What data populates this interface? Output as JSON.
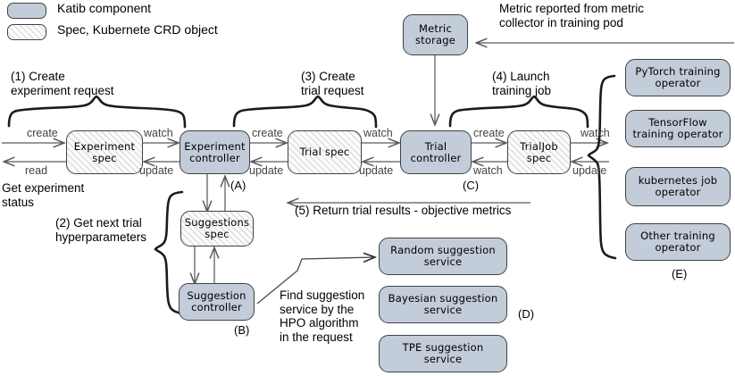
{
  "legend": {
    "items": [
      {
        "label": "Katib component",
        "style": "comp",
        "color": "#c3ccd9"
      },
      {
        "label": "Spec, Kubernete CRD object",
        "style": "spec",
        "color": "#ffffff"
      }
    ]
  },
  "nodes": {
    "metric_storage": "Metric\nstorage",
    "experiment_spec": "Experiment\nspec",
    "experiment_controller": "Experiment\ncontroller",
    "trial_spec": "Trial\nspec",
    "trial_controller": "Trial\ncontroller",
    "trialjob_spec": "TrialJob\nspec",
    "suggestions_spec": "Suggestions\nspec",
    "suggestion_controller": "Suggestion\ncontroller",
    "pytorch_operator": "PyTorch\ntraining operator",
    "tensorflow_operator": "TensorFlow\ntraining operator",
    "kubernetes_operator": "kubernetes\njob operator",
    "other_operator": "Other\ntraining operator",
    "random_service": "Random suggestion\nservice",
    "bayesian_service": "Bayesian suggestion\nservice",
    "tpe_service": "TPE suggestion\nservice"
  },
  "edge_labels": {
    "create_1": "create",
    "read_1": "read",
    "watch_1": "watch",
    "update_1": "update",
    "create_2": "create",
    "update_2": "update",
    "watch_2": "watch",
    "update_3": "update",
    "create_3": "create",
    "watch_3": "watch",
    "watch_4": "watch",
    "update_4": "update"
  },
  "annotations": {
    "step1": "(1) Create\nexperiment request",
    "step2": "(2) Get next trial\nhyperparameters",
    "step3": "(3) Create\ntrial request",
    "step4": "(4) Launch\ntraining job",
    "step5": "(5) Return trial results - objective metrics",
    "get_status": "Get experiment\nstatus",
    "metric_reported": "Metric reported from metric\ncollector in training pod",
    "find_service": "Find suggestion\nservice by the\nHPO algorithm\nin the request"
  },
  "tags": {
    "a": "(A)",
    "b": "(B)",
    "c": "(C)",
    "d": "(D)",
    "e": "(E)"
  }
}
